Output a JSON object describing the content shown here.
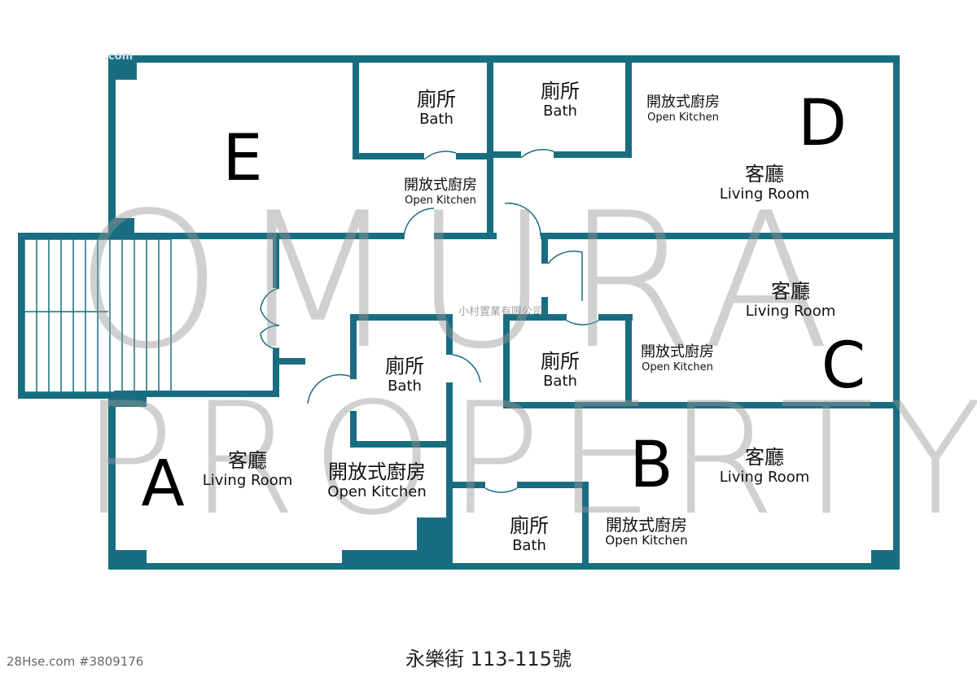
{
  "colors": {
    "wall": "#186e80",
    "watermark": "#969696"
  },
  "units": [
    {
      "letter": "E",
      "rooms": [
        {
          "zh": "開放式廚房",
          "en": "Open Kitchen"
        }
      ]
    },
    {
      "letter": "D",
      "rooms": [
        {
          "zh": "開放式廚房",
          "en": "Open Kitchen"
        },
        {
          "zh": "客廳",
          "en": "Living Room"
        }
      ]
    },
    {
      "letter": "C",
      "rooms": [
        {
          "zh": "客廳",
          "en": "Living Room"
        },
        {
          "zh": "開放式廚房",
          "en": "Open Kitchen"
        }
      ]
    },
    {
      "letter": "B",
      "rooms": [
        {
          "zh": "客廳",
          "en": "Living Room"
        },
        {
          "zh": "開放式廚房",
          "en": "Open Kitchen"
        }
      ]
    },
    {
      "letter": "A",
      "rooms": [
        {
          "zh": "客廳",
          "en": "Living Room"
        },
        {
          "zh": "開放式廚房",
          "en": "Open Kitchen"
        }
      ]
    }
  ],
  "bath": {
    "zh": "廁所",
    "en": "Bath"
  },
  "watermark": {
    "line1": "OMURA",
    "line2": "PROPERTY",
    "company": "小村置業有限公司",
    "site": ".com"
  },
  "address": "永樂街 113-115號",
  "credit": "28Hse.com #3809176"
}
